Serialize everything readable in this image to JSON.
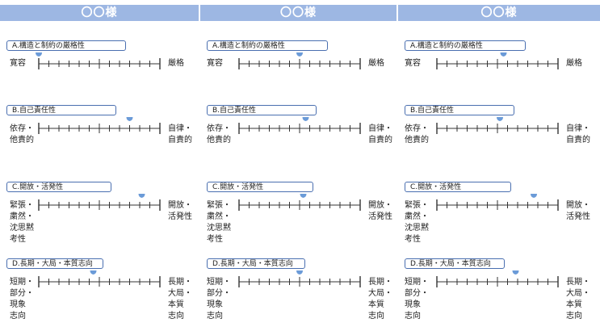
{
  "columns": [
    {
      "header": "〇〇様",
      "markers": [
        0.0,
        0.75,
        0.85,
        0.45
      ]
    },
    {
      "header": "〇〇様",
      "markers": [
        0.5,
        0.55,
        0.53,
        0.5
      ]
    },
    {
      "header": "〇〇様",
      "markers": [
        0.55,
        0.52,
        0.8,
        0.65
      ]
    }
  ],
  "axes": [
    {
      "tag": "A.構造と制約の厳格性",
      "left": "寛容",
      "right": "厳格"
    },
    {
      "tag": "B.自己責任性",
      "left": "依存・\n他責的",
      "right": "自律・\n自責的"
    },
    {
      "tag": "C.開放・活発性",
      "left": "緊張・\n粛然・\n沈思黙\n考性",
      "right": "開放・\n活発性"
    },
    {
      "tag": "D.長期・大局・本質志向",
      "left": "短期・\n部分・\n現象\n志向",
      "right": "長期・\n大局・\n本質\n志向"
    }
  ],
  "colors": {
    "header_bg": "#9db7e3",
    "marker": "#6b9bd8",
    "tag_border": "#4a6fb0",
    "scale": "#333333"
  }
}
